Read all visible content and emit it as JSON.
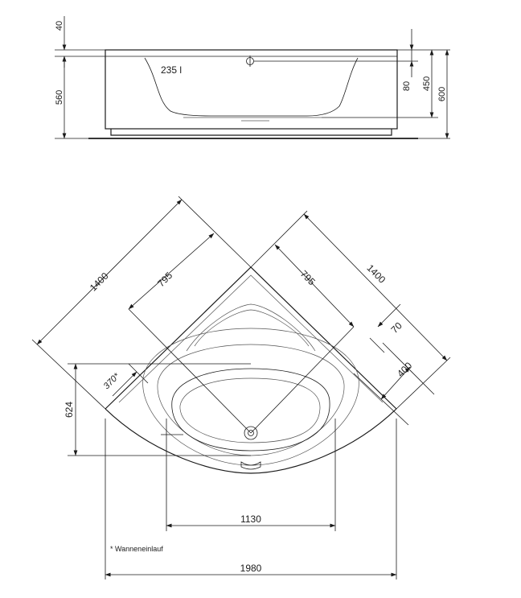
{
  "side_view": {
    "volume": "235 l",
    "dims": {
      "rim_height": "40",
      "body_height": "560",
      "overflow_offset": "80",
      "inner_depth": "450",
      "total_height": "600"
    }
  },
  "plan_view": {
    "dims": {
      "side_left": "1400",
      "side_right": "1400",
      "inner_left": "795",
      "inner_right": "795",
      "rim": "70",
      "corner_offset": "400",
      "drain_offset": "370*",
      "front_depth": "624",
      "inner_width": "1130",
      "total_width": "1980"
    }
  },
  "note": "* Wanneneinlauf"
}
